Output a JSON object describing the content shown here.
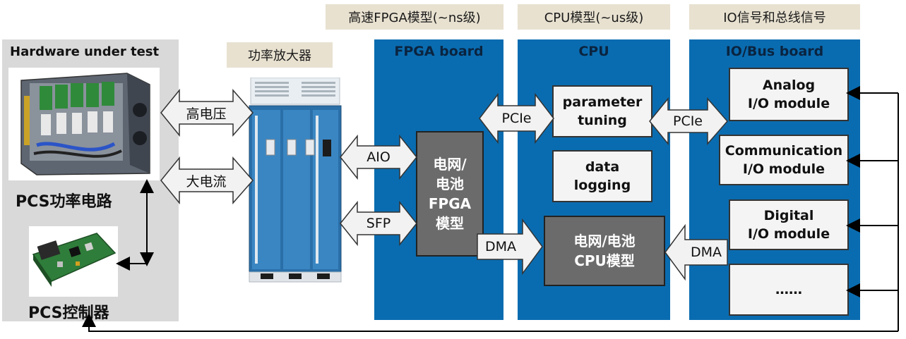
{
  "top_tags": {
    "fpga_model": "高速FPGA模型(~ns级)",
    "cpu_model": "CPU模型(~us级)",
    "io_signals": "IO信号和总线信号"
  },
  "hardware": {
    "title": "Hardware under test",
    "pcs_power": "PCS功率电路",
    "pcs_controller": "PCS控制器"
  },
  "amplifier": {
    "label": "功率放大器"
  },
  "links": {
    "high_voltage": "高电压",
    "high_current": "大电流",
    "aio": "AIO",
    "sfp": "SFP",
    "pcie_left": "PCIe",
    "pcie_right": "PCIe",
    "dma_left": "DMA",
    "dma_right": "DMA"
  },
  "fpga": {
    "title": "FPGA board",
    "model": "电网/\n电池\nFPGA\n模型"
  },
  "cpu": {
    "title": "CPU",
    "parameter_tuning": "parameter\ntuning",
    "data_logging": "data\nlogging",
    "model": "电网/电池\nCPU模型"
  },
  "io": {
    "title": "IO/Bus board",
    "analog": "Analog\nI/O module",
    "communication": "Communication\nI/O module",
    "digital": "Digital\nI/O module",
    "more": "……"
  },
  "colors": {
    "board_blue": "#0a6cb0",
    "model_gray": "#6b6b6b",
    "tag_beige": "#e8e1d0",
    "hardware_gray": "#d9d9d9"
  }
}
